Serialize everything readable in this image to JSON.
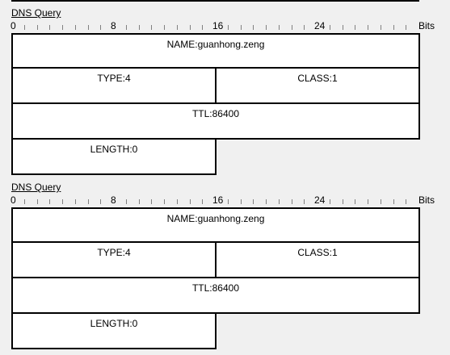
{
  "pdus": [
    {
      "title": "DNS Query",
      "ruler": {
        "marks": [
          "0",
          "8",
          "16",
          "24"
        ],
        "unit": "Bits"
      },
      "fields": {
        "name": "NAME:guanhong.zeng",
        "type": "TYPE:4",
        "class": "CLASS:1",
        "ttl": "TTL:86400",
        "length": "LENGTH:0"
      }
    },
    {
      "title": "DNS Query",
      "ruler": {
        "marks": [
          "0",
          "8",
          "16",
          "24"
        ],
        "unit": "Bits"
      },
      "fields": {
        "name": "NAME:guanhong.zeng",
        "type": "TYPE:4",
        "class": "CLASS:1",
        "ttl": "TTL:86400",
        "length": "LENGTH:0"
      }
    }
  ]
}
